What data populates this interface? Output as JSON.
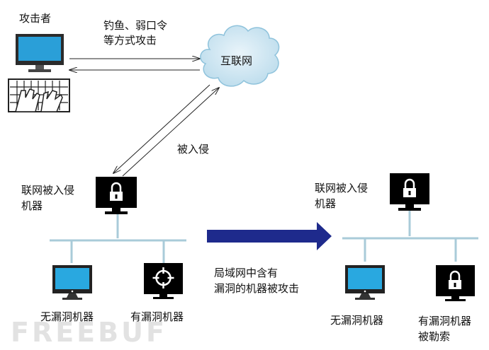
{
  "attacker": {
    "label": "攻击者"
  },
  "attack_methods": {
    "line1": "钓鱼、弱口令",
    "line2": "等方式攻击"
  },
  "internet": {
    "label": "互联网"
  },
  "intrusion": {
    "label": "被入侵"
  },
  "left_network": {
    "compromised_host": {
      "line1": "联网被入侵",
      "line2": "机器"
    },
    "clean_host": "无漏洞机器",
    "vulnerable_host": "有漏洞机器"
  },
  "spread": {
    "line1": "局域网中含有",
    "line2": "漏洞的机器被攻击"
  },
  "right_network": {
    "compromised_host": {
      "line1": "联网被入侵",
      "line2": "机器"
    },
    "clean_host": "无漏洞机器",
    "ransomed_host": {
      "line1": "有漏洞机器",
      "line2": "被勒索"
    }
  },
  "watermark": "FREEBUF",
  "colors": {
    "screen_blue": "#29a8e0",
    "arrow_navy": "#1e2a8c",
    "lan_line": "#a9cbd9",
    "cloud_fill": "#cfe7f3",
    "cloud_edge": "#8fc3dc"
  }
}
